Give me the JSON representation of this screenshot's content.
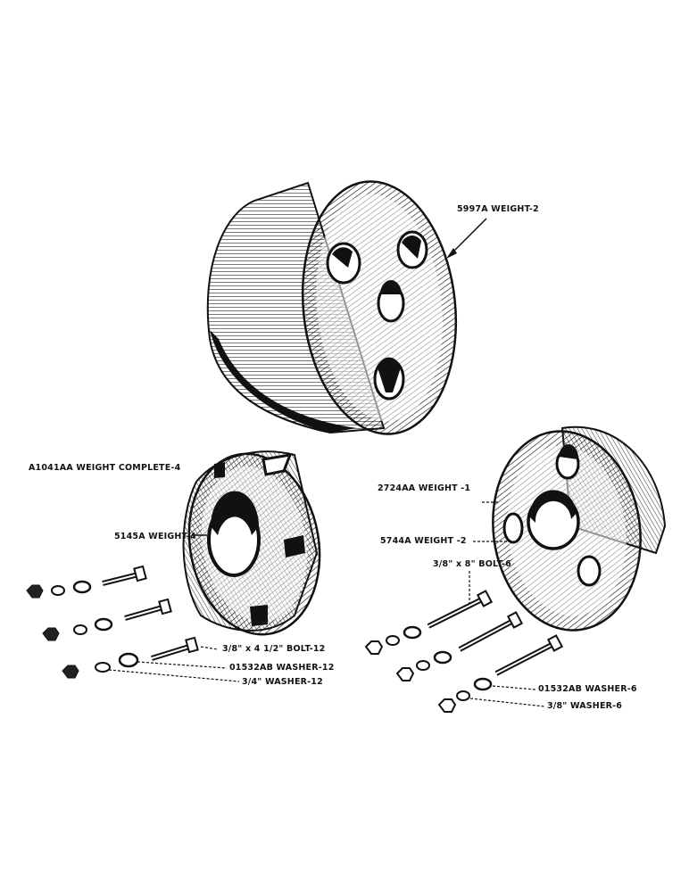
{
  "diagram": {
    "parts": {
      "top_weight": "5997A WEIGHT-2",
      "weight_complete": "A1041AA WEIGHT COMPLETE-4",
      "inner_weight": "5145A WEIGHT-4",
      "bolt_left": "3/8\" x 4 1/2\" BOLT-12",
      "washer_left_1": "01532AB WASHER-12",
      "washer_left_2": "3/4\" WASHER-12",
      "right_weight": "2724AA   WEIGHT -1",
      "right_inner_weight": "5744A WEIGHT -2",
      "bolt_right": "3/8\" x 8\" BOLT-6",
      "washer_right_1": "01532AB WASHER-6",
      "washer_right_2": "3/8\" WASHER-6"
    }
  }
}
